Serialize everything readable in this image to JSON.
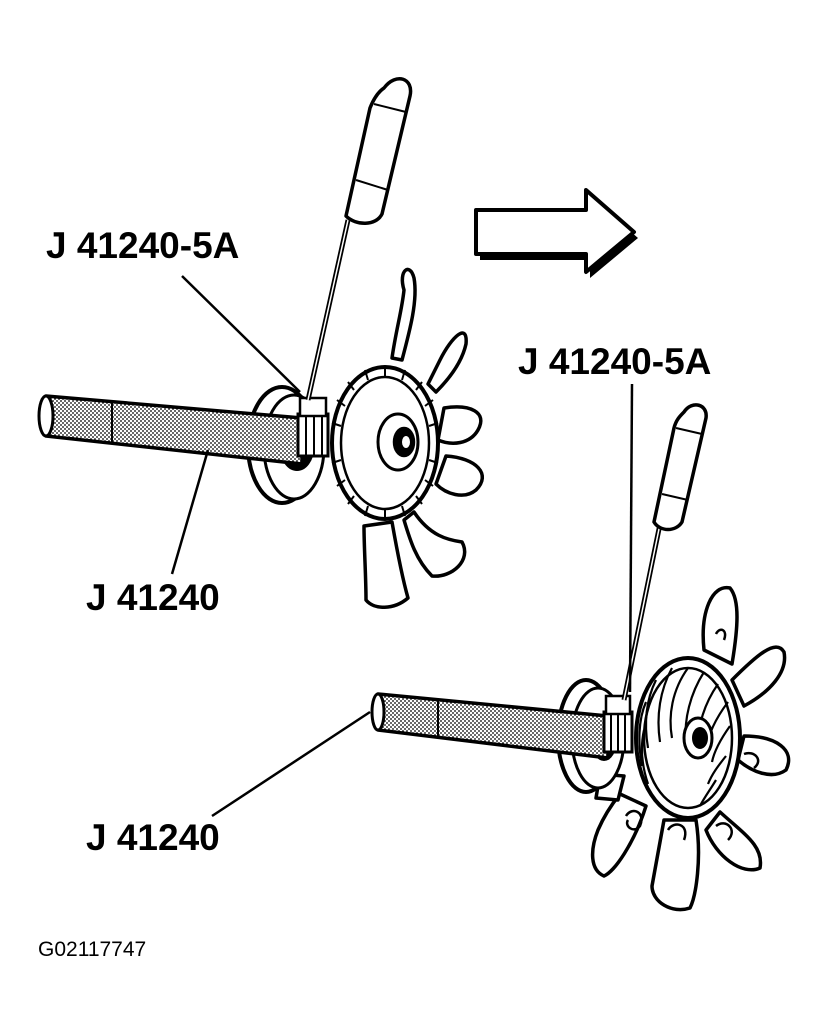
{
  "labels": {
    "tool_top_left": "J 41240-5A",
    "tool_mid_right": "J 41240-5A",
    "handle_top": "J 41240",
    "handle_bottom": "J 41240",
    "figure_id": "G02117747"
  },
  "colors": {
    "ink": "#000000",
    "paper": "#ffffff",
    "stipple": "#b8b8b8"
  },
  "icons": {
    "direction_arrow": "right-arrow-icon"
  }
}
